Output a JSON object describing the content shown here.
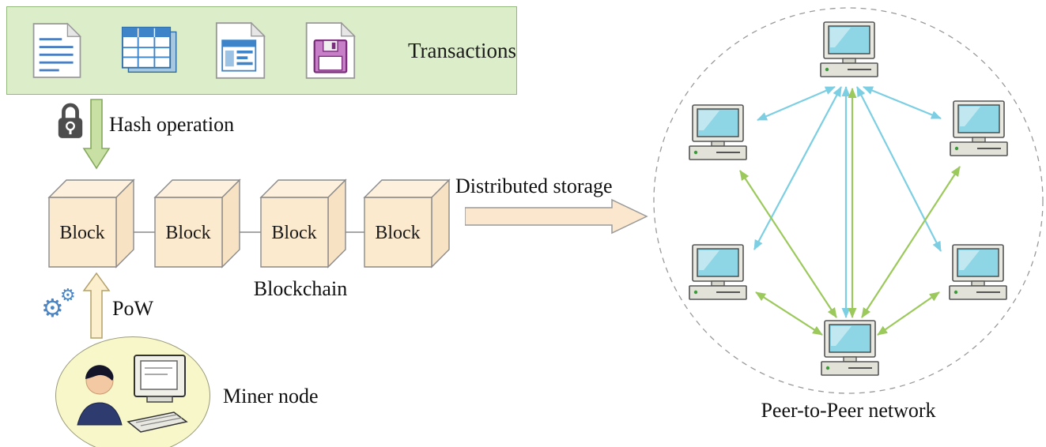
{
  "transactions_panel": {
    "label": "Transactions",
    "icons": [
      "text-document-icon",
      "spreadsheet-icon",
      "window-document-icon",
      "floppy-disk-icon"
    ]
  },
  "hash_operation": {
    "label": "Hash operation",
    "icon": "lock-icon"
  },
  "blockchain": {
    "label": "Blockchain",
    "blocks": [
      {
        "label": "Block"
      },
      {
        "label": "Block"
      },
      {
        "label": "Block"
      },
      {
        "label": "Block"
      }
    ]
  },
  "distributed_storage": {
    "label": "Distributed storage"
  },
  "pow": {
    "label": "PoW",
    "icon": "gears-icon"
  },
  "miner": {
    "label": "Miner node"
  },
  "p2p": {
    "label": "Peer-to-Peer network",
    "node_count": 6
  },
  "colors": {
    "panel_green": "#dcedca",
    "block_fill": "#fceacf",
    "green_arrow": "#c9e0a5",
    "cream_arrow": "#fbe7cd",
    "pow_arrow": "#fcefcd",
    "network_blue": "#7ccfe3",
    "network_green": "#9cc95c",
    "screen_cyan": "#8ed6e6",
    "floppy_purple": "#b05cb0"
  }
}
